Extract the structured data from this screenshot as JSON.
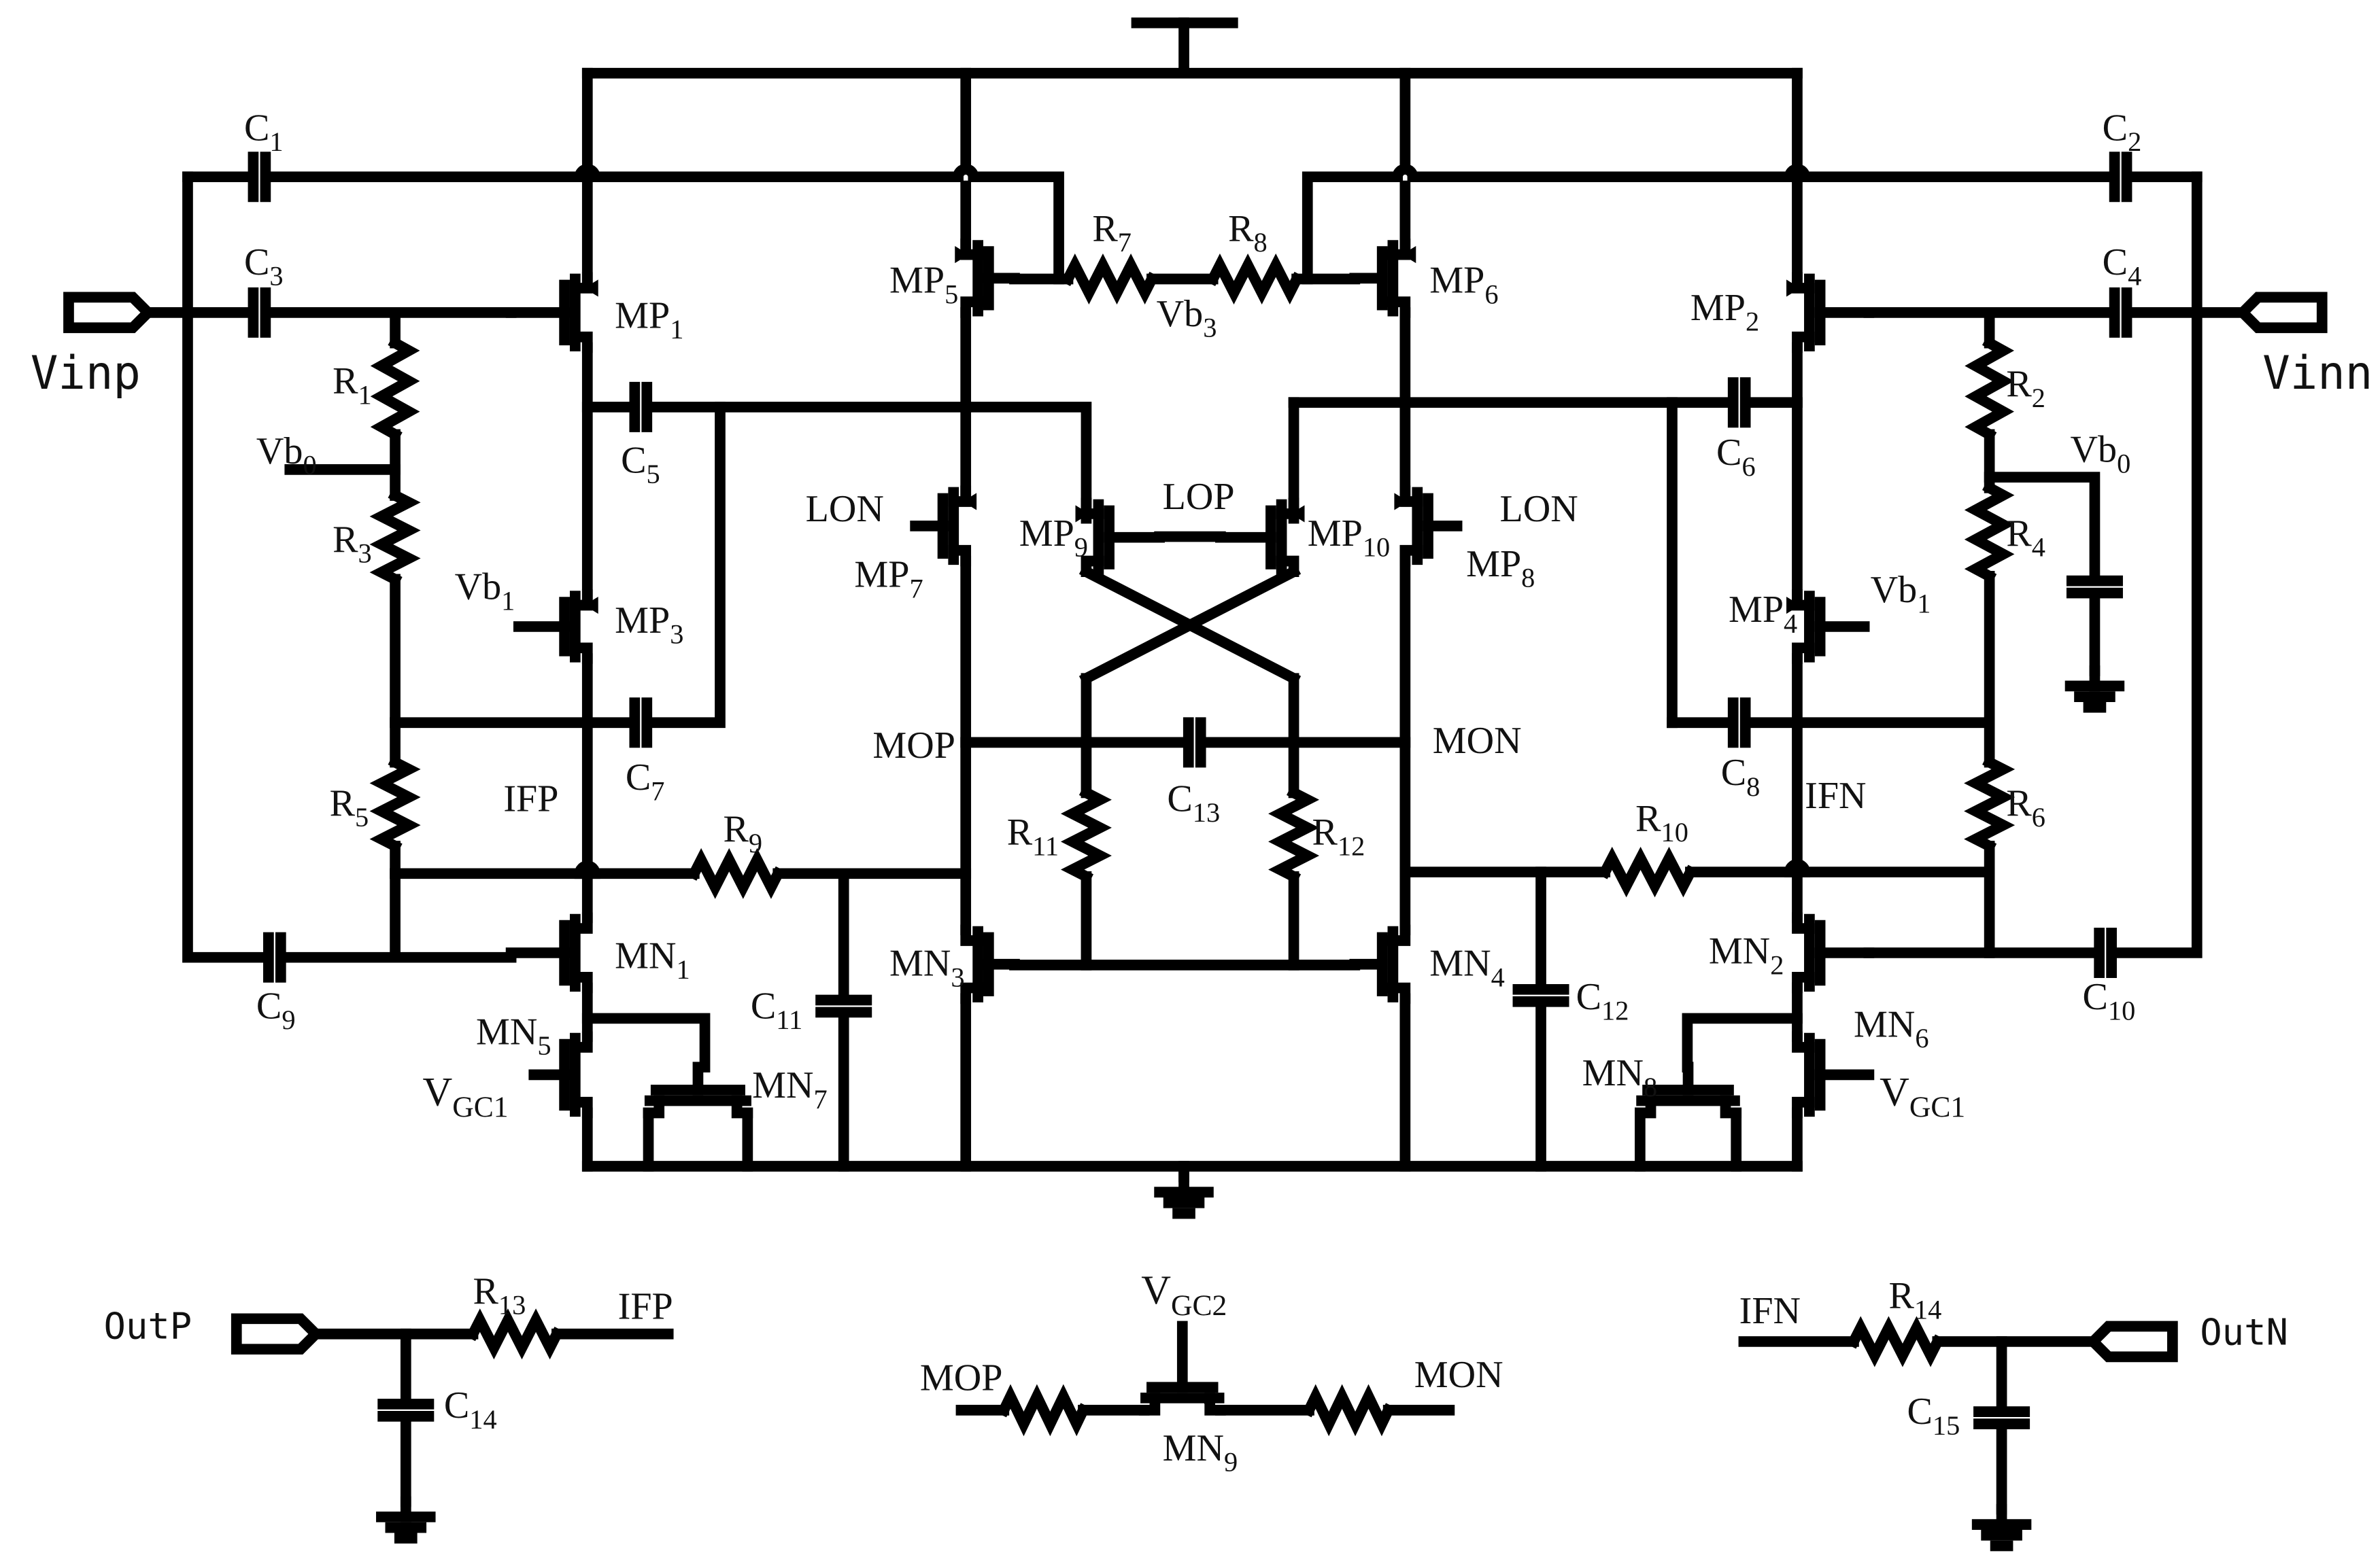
{
  "diagram": {
    "ports": {
      "vinp": "Vinp",
      "vinn": "Vinn",
      "outp": "OutP",
      "outn": "OutN"
    },
    "nets": {
      "vb0": {
        "base": "Vb",
        "sub": "0"
      },
      "vb1": {
        "base": "Vb",
        "sub": "1"
      },
      "vb3": {
        "base": "Vb",
        "sub": "3"
      },
      "vgc1": {
        "base": "V",
        "sub": "GC1"
      },
      "vgc2": {
        "base": "V",
        "sub": "GC2"
      },
      "lon": "LON",
      "lop": "LOP",
      "mop": "MOP",
      "mon": "MON",
      "ifp": "IFP",
      "ifn": "IFN"
    },
    "capacitors": {
      "c1": {
        "base": "C",
        "sub": "1"
      },
      "c2": {
        "base": "C",
        "sub": "2"
      },
      "c3": {
        "base": "C",
        "sub": "3"
      },
      "c4": {
        "base": "C",
        "sub": "4"
      },
      "c5": {
        "base": "C",
        "sub": "5"
      },
      "c6": {
        "base": "C",
        "sub": "6"
      },
      "c7": {
        "base": "C",
        "sub": "7"
      },
      "c8": {
        "base": "C",
        "sub": "8"
      },
      "c9": {
        "base": "C",
        "sub": "9"
      },
      "c10": {
        "base": "C",
        "sub": "10"
      },
      "c11": {
        "base": "C",
        "sub": "11"
      },
      "c12": {
        "base": "C",
        "sub": "12"
      },
      "c13": {
        "base": "C",
        "sub": "13"
      },
      "c14": {
        "base": "C",
        "sub": "14"
      },
      "c15": {
        "base": "C",
        "sub": "15"
      }
    },
    "resistors": {
      "r1": {
        "base": "R",
        "sub": "1"
      },
      "r2": {
        "base": "R",
        "sub": "2"
      },
      "r3": {
        "base": "R",
        "sub": "3"
      },
      "r4": {
        "base": "R",
        "sub": "4"
      },
      "r5": {
        "base": "R",
        "sub": "5"
      },
      "r6": {
        "base": "R",
        "sub": "6"
      },
      "r7": {
        "base": "R",
        "sub": "7"
      },
      "r8": {
        "base": "R",
        "sub": "8"
      },
      "r9": {
        "base": "R",
        "sub": "9"
      },
      "r10": {
        "base": "R",
        "sub": "10"
      },
      "r11": {
        "base": "R",
        "sub": "11"
      },
      "r12": {
        "base": "R",
        "sub": "12"
      },
      "r13": {
        "base": "R",
        "sub": "13"
      },
      "r14": {
        "base": "R",
        "sub": "14"
      }
    },
    "transistors": {
      "mp1": {
        "base": "MP",
        "sub": "1"
      },
      "mp2": {
        "base": "MP",
        "sub": "2"
      },
      "mp3": {
        "base": "MP",
        "sub": "3"
      },
      "mp4": {
        "base": "MP",
        "sub": "4"
      },
      "mp5": {
        "base": "MP",
        "sub": "5"
      },
      "mp6": {
        "base": "MP",
        "sub": "6"
      },
      "mp7": {
        "base": "MP",
        "sub": "7"
      },
      "mp8": {
        "base": "MP",
        "sub": "8"
      },
      "mp9": {
        "base": "MP",
        "sub": "9"
      },
      "mp10": {
        "base": "MP",
        "sub": "10"
      },
      "mn1": {
        "base": "MN",
        "sub": "1"
      },
      "mn2": {
        "base": "MN",
        "sub": "2"
      },
      "mn3": {
        "base": "MN",
        "sub": "3"
      },
      "mn4": {
        "base": "MN",
        "sub": "4"
      },
      "mn5": {
        "base": "MN",
        "sub": "5"
      },
      "mn6": {
        "base": "MN",
        "sub": "6"
      },
      "mn7": {
        "base": "MN",
        "sub": "7"
      },
      "mn8": {
        "base": "MN",
        "sub": "8"
      },
      "mn9": {
        "base": "MN",
        "sub": "9"
      }
    }
  }
}
